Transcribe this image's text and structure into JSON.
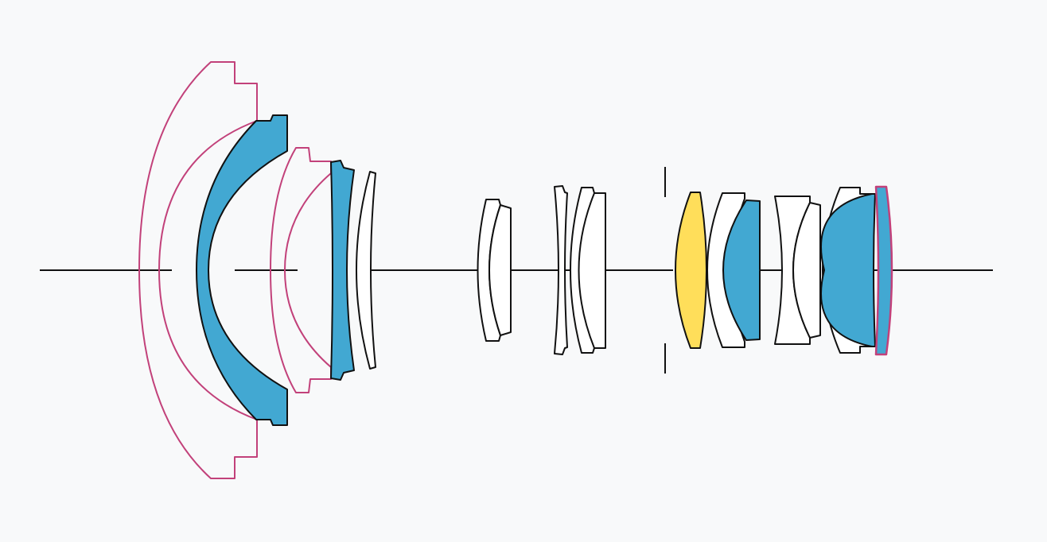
{
  "colors": {
    "background": "#f8f9fa",
    "outline": "#111111",
    "special_glass_blue": "#42a8d2",
    "special_glass_yellow": "#ffde5a",
    "aspherical_magenta": "#c2417a",
    "standard_glass": "#ffffff"
  },
  "elements": [
    {
      "id": "aspherical-front-outline",
      "kind": "aspherical"
    },
    {
      "id": "group1-element1",
      "kind": "special-blue"
    },
    {
      "id": "aspherical-second-outline",
      "kind": "aspherical"
    },
    {
      "id": "group1-element2",
      "kind": "special-blue"
    },
    {
      "id": "group1-element3",
      "kind": "standard"
    },
    {
      "id": "group2-element1",
      "kind": "standard"
    },
    {
      "id": "group2-element2",
      "kind": "standard"
    },
    {
      "id": "group3-element1",
      "kind": "standard"
    },
    {
      "id": "group3-element2",
      "kind": "standard"
    },
    {
      "id": "aperture-stop",
      "kind": "stop"
    },
    {
      "id": "group4-element1",
      "kind": "special-yellow"
    },
    {
      "id": "group4-element2",
      "kind": "standard"
    },
    {
      "id": "group4-element3",
      "kind": "special-blue"
    },
    {
      "id": "group5-element1",
      "kind": "standard"
    },
    {
      "id": "group5-element2",
      "kind": "standard"
    },
    {
      "id": "group6-element1",
      "kind": "standard"
    },
    {
      "id": "group6-element2",
      "kind": "special-blue"
    },
    {
      "id": "rear-element",
      "kind": "aspherical-special-blue"
    }
  ]
}
